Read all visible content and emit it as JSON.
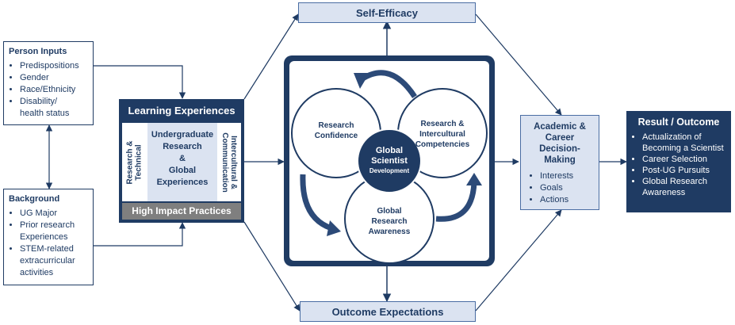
{
  "self_efficacy": "Self-Efficacy",
  "outcome_expectations": "Outcome Expectations",
  "person_inputs": {
    "title": "Person Inputs",
    "items": [
      "Predispositions",
      "Gender",
      "Race/Ethnicity",
      "Disability/",
      "health status"
    ]
  },
  "background": {
    "title": "Background",
    "items": [
      "UG Major",
      "Prior research",
      "Experiences",
      "STEM-related",
      "extracurricular",
      "activities"
    ]
  },
  "learning": {
    "title": "Learning Experiences",
    "left_vertical": [
      "Research &",
      "Technical"
    ],
    "right_vertical": [
      "Intercultural &",
      "Communication"
    ],
    "center": [
      "Undergraduate",
      "Research",
      "&",
      "Global",
      "Experiences"
    ],
    "footer": "High Impact Practices"
  },
  "center_model": {
    "core": [
      "Global",
      "Scientist"
    ],
    "core_sub": "Development",
    "research_confidence": [
      "Research",
      "Confidence"
    ],
    "intercultural": [
      "Research &",
      "Intercultural",
      "Competencies"
    ],
    "awareness": [
      "Global",
      "Research",
      "Awareness"
    ]
  },
  "academic": {
    "title": [
      "Academic &",
      "Career",
      "Decision-Making"
    ],
    "items": [
      "Interests",
      "Goals",
      "Actions"
    ]
  },
  "result": {
    "title": "Result / Outcome",
    "items": [
      "Actualization of",
      "Becoming a Scientist",
      "Career Selection",
      "Post-UG Pursuits",
      "Global Research",
      "Awareness"
    ]
  },
  "colors": {
    "navy": "#1f3b63",
    "light": "#dbe3f1",
    "gray": "#7f7f7f",
    "arrow": "#2c4a78"
  }
}
